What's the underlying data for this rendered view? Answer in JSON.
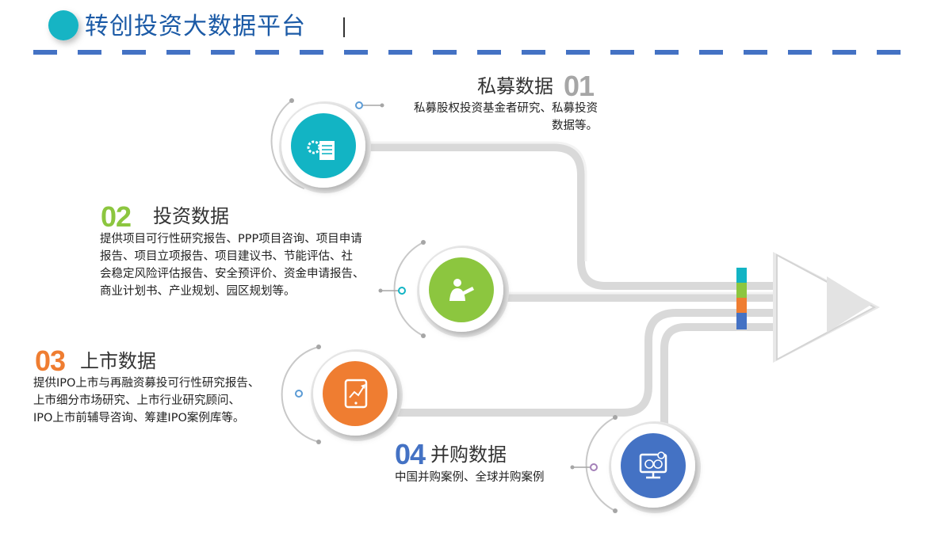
{
  "header": {
    "title": "转创投资大数据平台"
  },
  "items": [
    {
      "num": "01",
      "title": "私募数据",
      "desc": [
        "私募股权投资基金者研究、私募投资",
        "数据等。"
      ],
      "icon": "document-gear-icon",
      "color": "#12b4c4"
    },
    {
      "num": "02",
      "title": "投资数据",
      "desc": [
        "提供项目可行性研究报告、PPP项目咨询、项目申请",
        "报告、项目立项报告、项目建议书、节能评估、社",
        "会稳定风险评估报告、安全预评价、资金申请报告、",
        "商业计划书、产业规划、园区规划等。"
      ],
      "icon": "presenter-icon",
      "color": "#8cc63f"
    },
    {
      "num": "03",
      "title": "上市数据",
      "desc": [
        "提供IPO上市与再融资募投可行性研究报告、",
        "上市细分市场研究、上市行业研究顾问、",
        "IPO上市前辅导咨询、筹建IPO案例库等。"
      ],
      "icon": "tablet-chart-icon",
      "color": "#ef7d31"
    },
    {
      "num": "04",
      "title": "并购数据",
      "desc": [
        "中国并购案例、全球并购案例"
      ],
      "icon": "money-monitor-icon",
      "color": "#4472c4"
    }
  ],
  "colors": {
    "title_blue": "#1b5aa6",
    "dash_blue": "#4472c4",
    "road_gray": "#d9d9d9",
    "num_gray": "#a6a6a6"
  }
}
